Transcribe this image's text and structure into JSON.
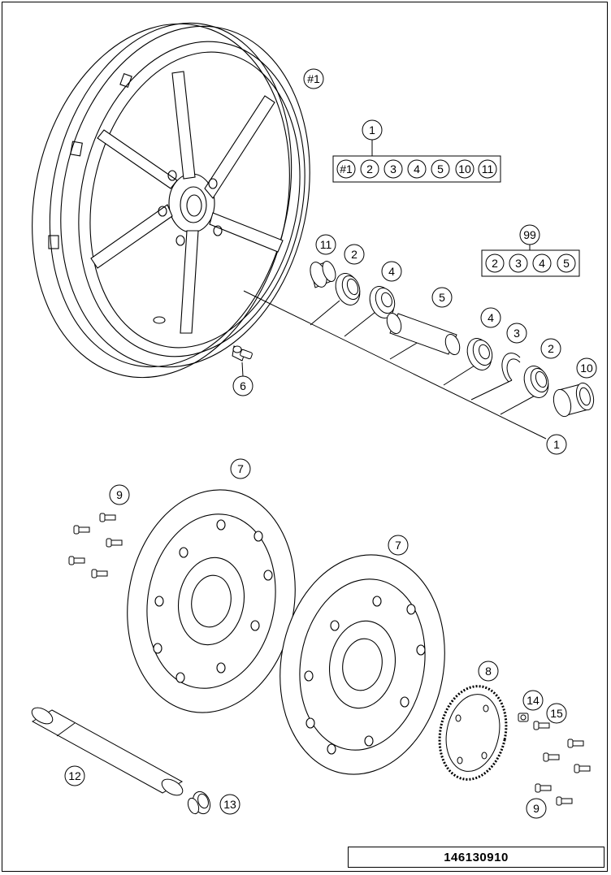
{
  "diagram": {
    "document_number": "146130910",
    "callouts": {
      "wheel": "#1",
      "set_header": "1",
      "set_items": [
        "#1",
        "2",
        "3",
        "4",
        "5",
        "10",
        "11"
      ],
      "kit_header": "99",
      "kit_items": [
        "2",
        "3",
        "4",
        "5"
      ],
      "spacer_11": "11",
      "seal_2_left": "2",
      "bearing_4_left": "4",
      "tube_5": "5",
      "bearing_4_right": "4",
      "circlip_3": "3",
      "seal_2_right": "2",
      "spacer_10": "10",
      "assembly_1": "1",
      "valve_6": "6",
      "disc_7_left": "7",
      "screws_9_left": "9",
      "disc_7_right": "7",
      "abs_ring_8": "8",
      "sensor_14": "14",
      "screw_15": "15",
      "axle_12": "12",
      "nut_13": "13",
      "screws_9_right": "9"
    }
  }
}
